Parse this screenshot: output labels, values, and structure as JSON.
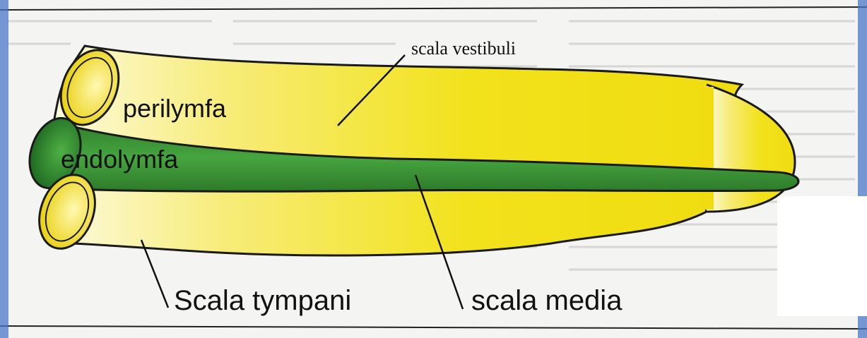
{
  "diagram": {
    "labels": {
      "scala_vestibuli": "scala vestibuli",
      "perilymfa": "perilymfa",
      "endolymfa": "endolymfa",
      "scala_tympani": "Scala tympani",
      "scala_media": "scala media"
    },
    "colors": {
      "perilymph_yellow": "#f2e21c",
      "perilymph_light": "#fbf7b8",
      "endolymph_green": "#3f9a3a",
      "endolymph_dark": "#1f6a22",
      "outline": "#1a1a1a",
      "paper": "#f4f5f2",
      "frame_blue": "#4c74c8"
    }
  }
}
